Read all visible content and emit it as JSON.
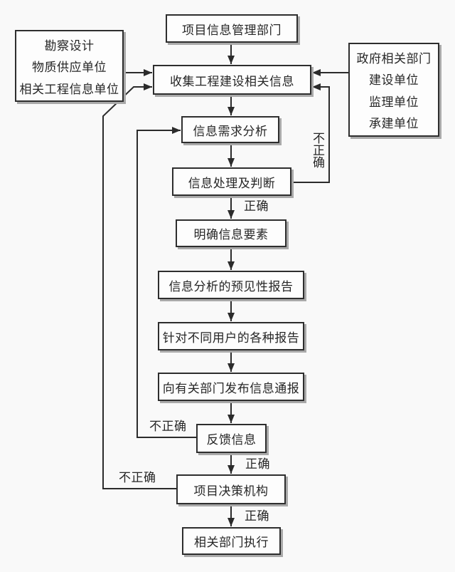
{
  "diagram": {
    "title_hint": "工程项目信息管理流程图",
    "nodes": {
      "top_dept": "项目信息管理部门",
      "left_sources": [
        "勘察设计",
        "物质供应单位",
        "相关工程信息单位"
      ],
      "right_sources": [
        "政府相关部门",
        "建设单位",
        "监理单位",
        "承建单位"
      ],
      "collect": "收集工程建设相关信息",
      "demand_analysis": "信息需求分析",
      "process_judge": "信息处理及判断",
      "clarify_elements": "明确信息要素",
      "forecast_report": "信息分析的预见性报告",
      "user_reports": "针对不同用户的各种报告",
      "notify_depts": "向有关部门发布信息通报",
      "feedback": "反馈信息",
      "decision_body": "项目决策机构",
      "execute": "相关部门执行"
    },
    "edge_labels": {
      "correct": [
        "正确",
        "正确",
        "正确"
      ],
      "incorrect": [
        "不正确",
        "不正确",
        "不正确"
      ]
    },
    "colors": {
      "line": "#2b2b2b",
      "box_border": "#2e2e2e",
      "box_fill": "#fdfdfd",
      "box_shadow": "#a9a9a9",
      "text": "#262626",
      "background": "#f9f9f9"
    }
  }
}
